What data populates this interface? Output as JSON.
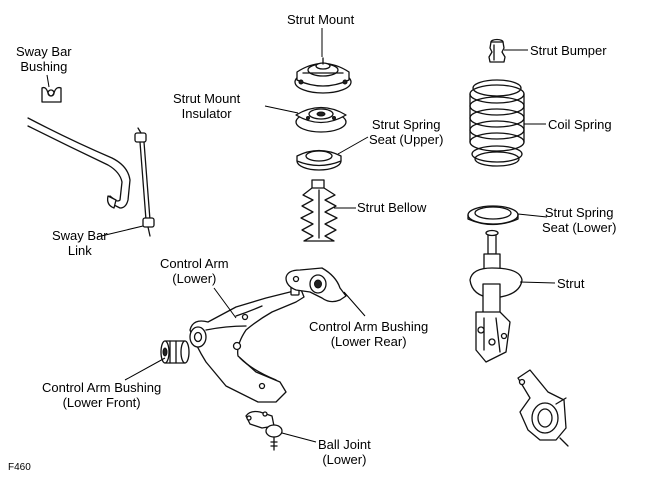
{
  "figure_code": "F460",
  "labels": {
    "strut_mount": {
      "lines": [
        "Strut Mount"
      ]
    },
    "strut_mount_insulator": {
      "lines": [
        "Strut Mount",
        "Insulator"
      ]
    },
    "strut_spring_seat_upper": {
      "lines": [
        "Strut Spring",
        "Seat (Upper)"
      ]
    },
    "strut_bellow": {
      "lines": [
        "Strut Bellow"
      ]
    },
    "strut_bumper": {
      "lines": [
        "Strut Bumper"
      ]
    },
    "coil_spring": {
      "lines": [
        "Coil Spring"
      ]
    },
    "strut_spring_seat_lower": {
      "lines": [
        "Strut Spring",
        "Seat (Lower)"
      ]
    },
    "strut": {
      "lines": [
        "Strut"
      ]
    },
    "sway_bar_bushing": {
      "lines": [
        "Sway Bar",
        "Bushing"
      ]
    },
    "sway_bar_link": {
      "lines": [
        "Sway Bar",
        "Link"
      ]
    },
    "control_arm_lower": {
      "lines": [
        "Control Arm",
        "(Lower)"
      ]
    },
    "control_arm_bushing_lower_rear": {
      "lines": [
        "Control Arm Bushing",
        "(Lower Rear)"
      ]
    },
    "control_arm_bushing_lower_front": {
      "lines": [
        "Control Arm Bushing",
        "(Lower Front)"
      ]
    },
    "ball_joint_lower": {
      "lines": [
        "Ball Joint",
        "(Lower)"
      ]
    }
  }
}
